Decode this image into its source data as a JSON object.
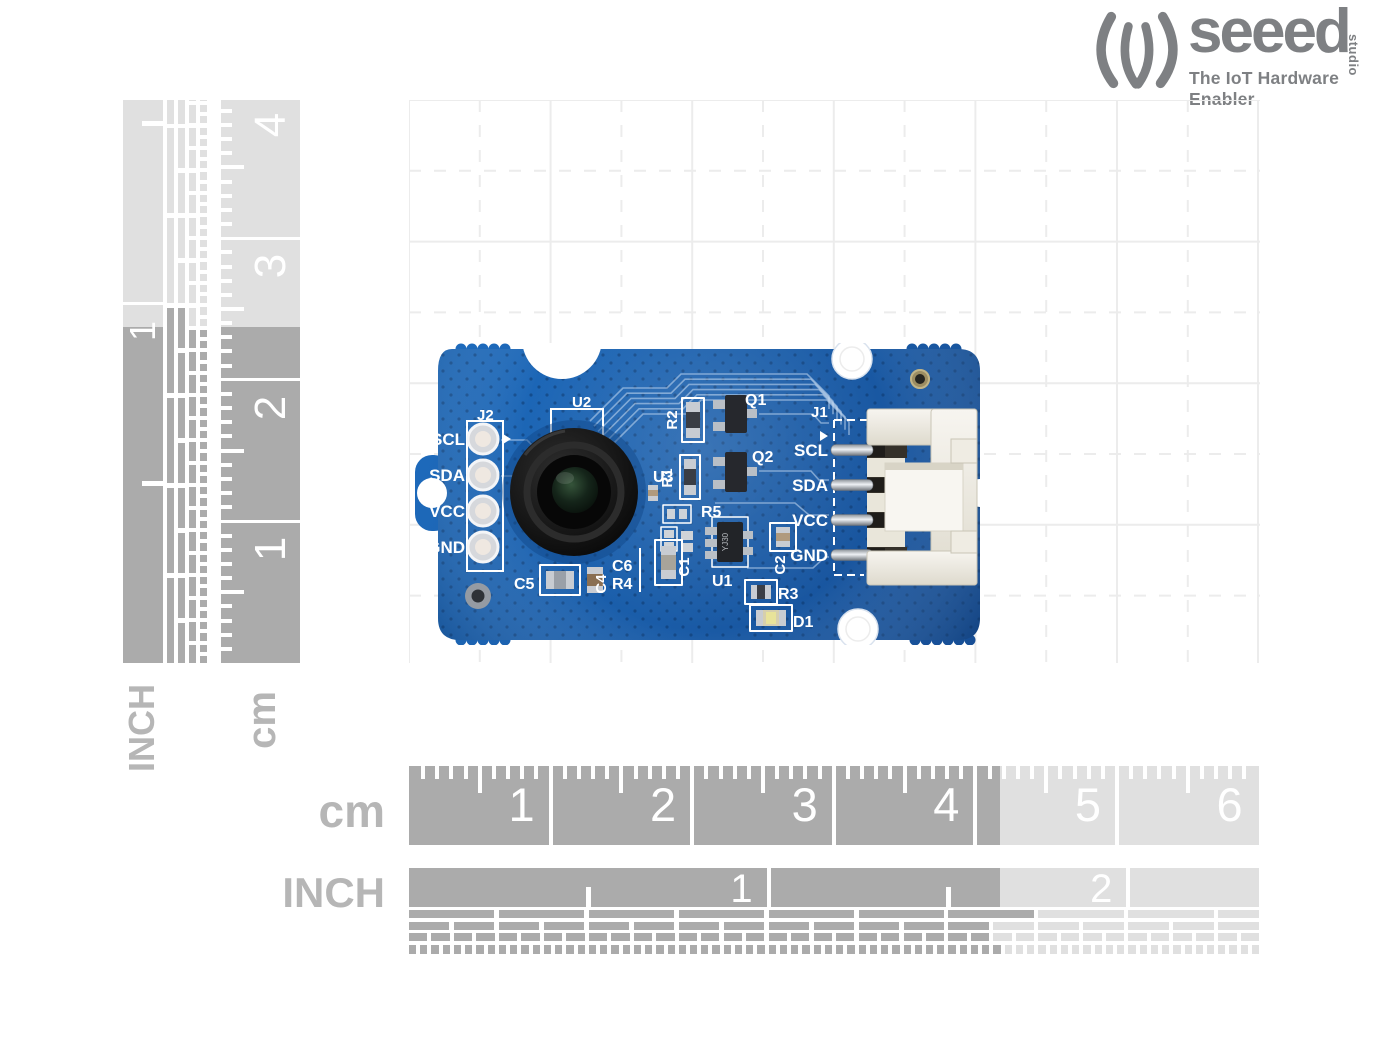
{
  "logo": {
    "brand": "seeed",
    "studio": "studio",
    "tagline": "The IoT Hardware Enabler"
  },
  "rulers": {
    "horizontal_cm": {
      "unit": "cm",
      "numbers": [
        "1",
        "2",
        "3",
        "4",
        "5",
        "6"
      ]
    },
    "horizontal_inch": {
      "unit": "INCH",
      "numbers": [
        "1",
        "2"
      ]
    },
    "vertical_cm": {
      "unit": "cm",
      "numbers": [
        "1",
        "2",
        "3",
        "4"
      ]
    },
    "vertical_inch": {
      "unit": "INCH",
      "numbers": [
        "1"
      ]
    }
  },
  "pcb": {
    "silkscreen": {
      "j2": "J2",
      "u2": "U2",
      "r2": "R2",
      "q1": "Q1",
      "q2": "Q2",
      "r1": "R1",
      "u3": "U3",
      "r5": "R5",
      "j1": "J1",
      "u1": "U1",
      "c1": "C1",
      "c2": "C2",
      "c4": "C4",
      "c5": "C5",
      "c6": "C6",
      "r4": "R4",
      "r3": "R3",
      "d1": "D1"
    },
    "left_header_pins": [
      "SCL",
      "SDA",
      "VCC",
      "GND"
    ],
    "connector_pins": [
      "SCL",
      "SDA",
      "VCC",
      "GND"
    ],
    "u1_marking": "YJ30"
  },
  "colors": {
    "ruler_dark": "#ababab",
    "ruler_light": "#e0e0e0",
    "label_gray": "#b6b6b6",
    "logo_gray": "#7e8083",
    "grid_line": "#ececec",
    "pcb_blue": "#1a5fae",
    "silkscreen_white": "#ffffff"
  }
}
